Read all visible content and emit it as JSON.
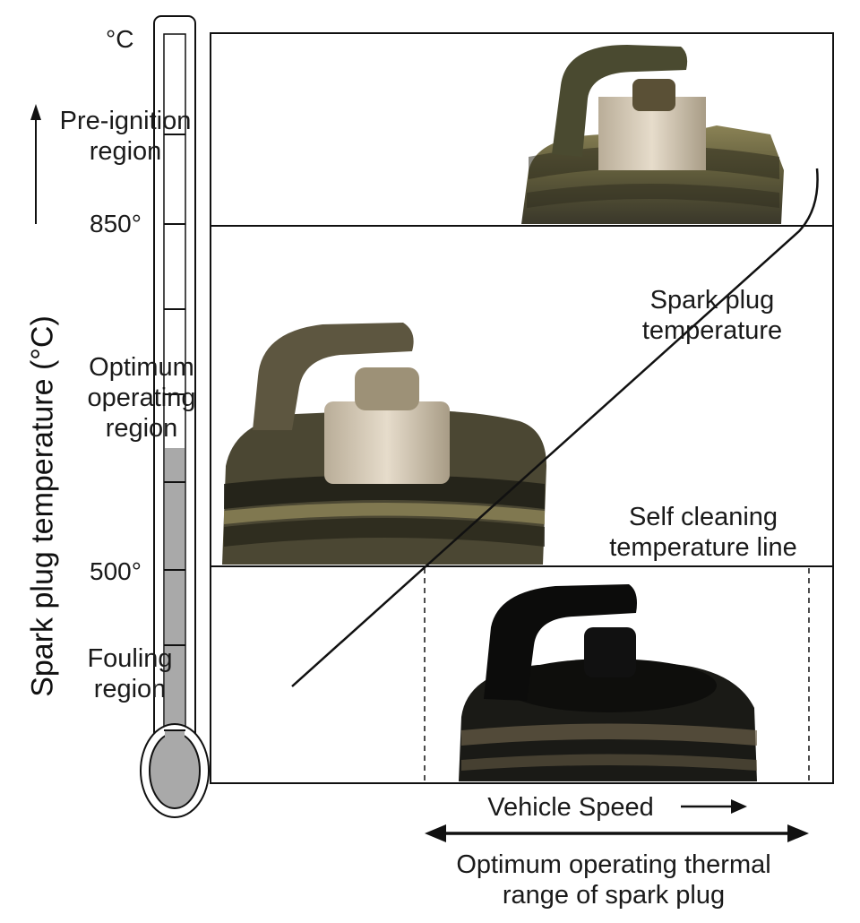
{
  "unit_label": "°C",
  "axis_title": "Spark plug temperature (°C)",
  "ticks": {
    "upper": "850°",
    "lower": "500°"
  },
  "regions": {
    "pre_ignition": [
      "Pre-ignition",
      "region"
    ],
    "optimum": [
      "Optimum",
      "operating",
      "region"
    ],
    "fouling": [
      "Fouling",
      "region"
    ]
  },
  "curve_label": [
    "Spark plug",
    "temperature"
  ],
  "self_cleaning_label": [
    "Self cleaning",
    "temperature line"
  ],
  "x_axis_label": "Vehicle Speed",
  "range_label": [
    "Optimum operating thermal",
    "range of spark plug"
  ],
  "icons": [
    "thermometer-icon",
    "spark-plug-icon",
    "up-arrow-icon",
    "right-arrow-icon",
    "double-arrow-icon"
  ],
  "colors": {
    "line": "#111111",
    "thermometer_fill": "#a9a9a9"
  }
}
